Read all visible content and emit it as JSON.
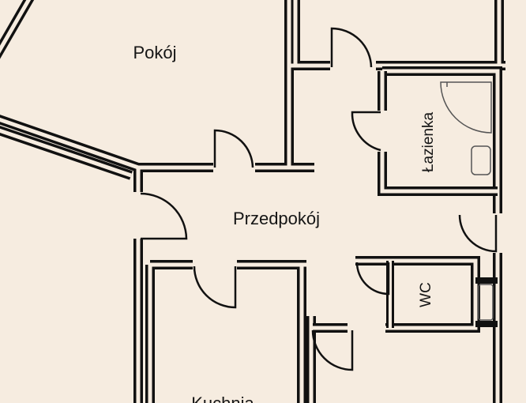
{
  "floor_plan": {
    "colors": {
      "background": "#f6ece0",
      "wall": "#111111",
      "wall_fill": "#f6ece0",
      "text": "#151515"
    },
    "rooms": {
      "pokoj": "Pokój",
      "przedpokoj": "Przedpokój",
      "lazienka": "Łazienka",
      "wc": "WC",
      "kuchnia": "Kuchnia"
    }
  }
}
